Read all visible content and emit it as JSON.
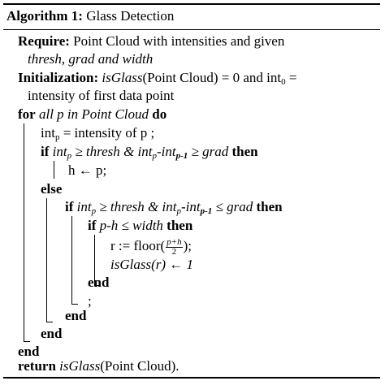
{
  "algorithm": {
    "label": "Algorithm 1:",
    "title": "Glass Detection",
    "require_kw": "Require:",
    "require_text": "Point Cloud with intensities and given",
    "require_text2": "thresh, grad and width",
    "init_kw": "Initialization:",
    "init_fn": "isGlass",
    "init_text": "(Point Cloud) = 0 and int",
    "init_sub": "0",
    "init_eq": " =",
    "init_text2": "intensity of first data point",
    "for_kw": "for",
    "for_cond": "all p in Point Cloud",
    "do_kw": "do",
    "assign_lhs": "int",
    "assign_sub": "p",
    "assign_rhs": " = intensity of p ;",
    "if_kw": "if",
    "then_kw": "then",
    "cond1_a": "int",
    "cond1_a_sub": "p",
    "cond1_b": " ≥ thresh & int",
    "cond1_b_sub": "p",
    "cond1_c": "-int",
    "cond1_c_sub": "p-1",
    "cond1_d": " ≥ grad",
    "h_assign": "h ← p;",
    "else_kw": "else",
    "cond2_d": " ≤ grad",
    "cond3": "p-h ≤ width",
    "r_assign_pre": "r := floor(",
    "frac_num": "p+h",
    "frac_den": "2",
    "r_assign_post": ");",
    "isglass_r": "isGlass(r) ← 1",
    "end_kw": "end",
    "semicolon": ";",
    "return_kw": "return",
    "return_fn": "isGlass",
    "return_text": "(Point Cloud)."
  }
}
